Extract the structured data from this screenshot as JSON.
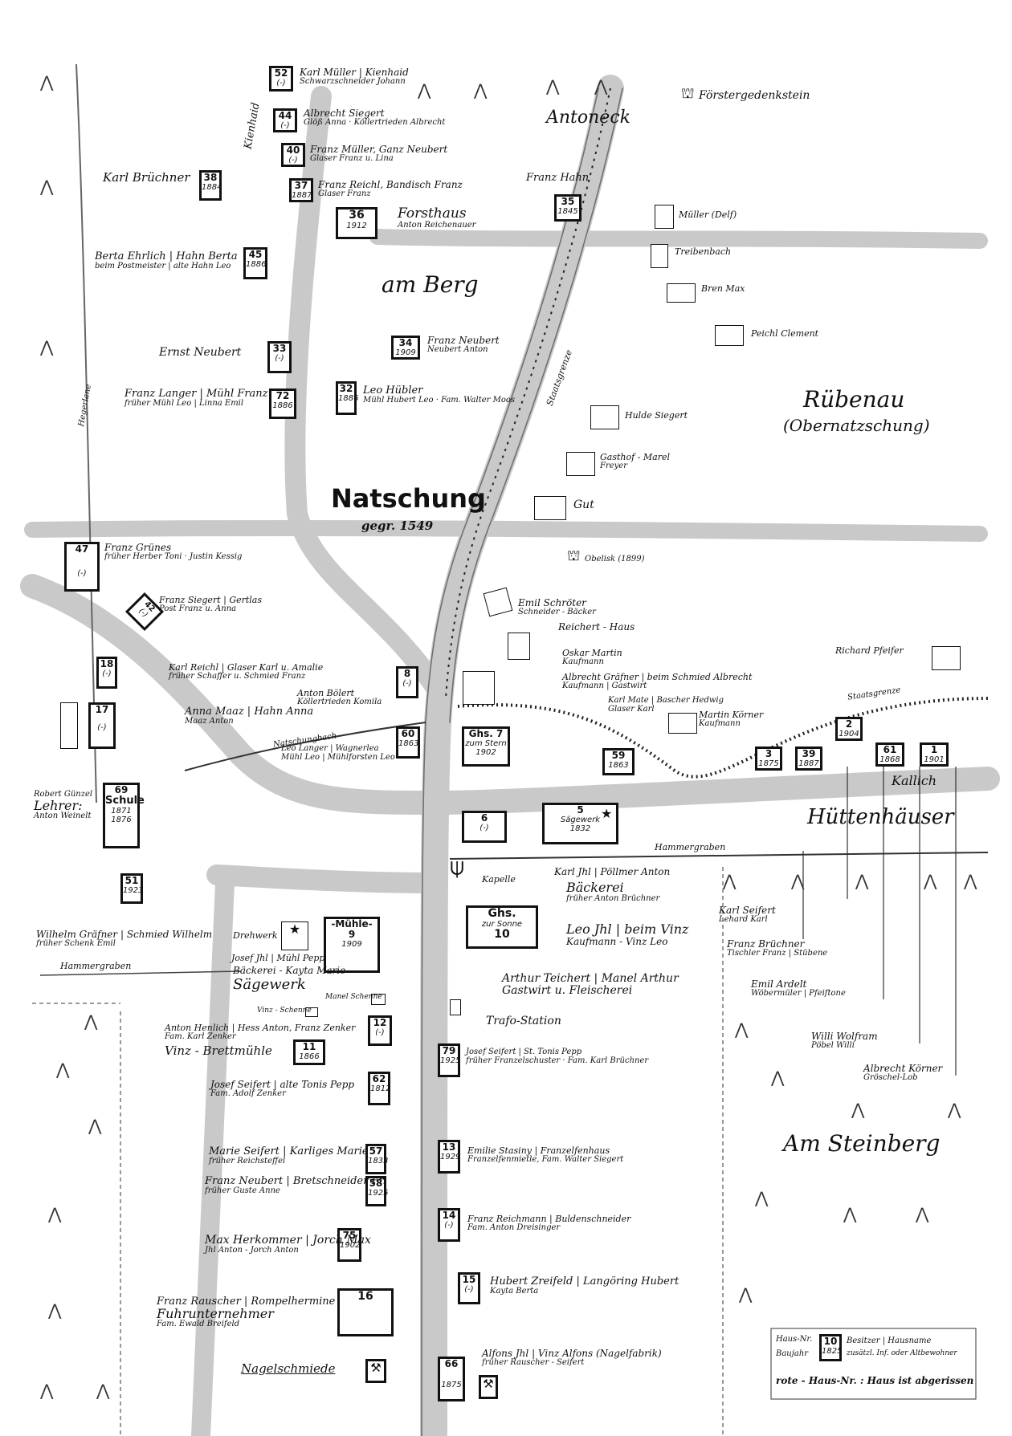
{
  "map": {
    "title": "Natschung",
    "founded": "gegr. 1549",
    "areas": {
      "antoneck": "Antoneck",
      "am_berg": "am Berg",
      "ruebenau": "Rübenau",
      "ruebenau_sub": "(Obernatzschung)",
      "huettenhaeuser": "Hüttenhäuser",
      "am_steinberg": "Am Steinberg",
      "kallich": "Kallich"
    },
    "landmarks": {
      "foerstergedenkstein": "Förstergedenkstein",
      "obelisk": "Obelisk (1899)",
      "kapelle": "Kapelle",
      "trafo": "Trafo-Station",
      "hammergraben_right": "Hammergraben",
      "hammergraben_left": "Hammergraben",
      "natschungbach": "Natschungbach",
      "staatsgrenze_top": "Staatsgrenze",
      "staatsgrenze_right": "Staatsgrenze",
      "kienhaid": "Kienhaid",
      "hegerlane": "Hegerlane"
    },
    "houses": [
      {
        "no": "52",
        "yr": "(-)"
      },
      {
        "no": "44",
        "yr": "(-)"
      },
      {
        "no": "40",
        "yr": "(-)"
      },
      {
        "no": "37",
        "yr": "1887"
      },
      {
        "no": "36",
        "yr": "1912"
      },
      {
        "no": "38",
        "yr": "1884"
      },
      {
        "no": "45",
        "yr": "1886"
      },
      {
        "no": "35",
        "yr": "1845"
      },
      {
        "no": "33",
        "yr": "(-)"
      },
      {
        "no": "72",
        "yr": "1886"
      },
      {
        "no": "34",
        "yr": "1909"
      },
      {
        "no": "32",
        "yr": "1886"
      },
      {
        "no": "47",
        "yr": "(-)"
      },
      {
        "no": "42",
        "yr": "(-)"
      },
      {
        "no": "18",
        "yr": "(-)"
      },
      {
        "no": "17",
        "yr": "(-)"
      },
      {
        "no": "8",
        "yr": "(-)"
      },
      {
        "no": "60",
        "yr": "1863"
      },
      {
        "no": "7",
        "yr": "1902"
      },
      {
        "no": "59",
        "yr": "1863"
      },
      {
        "no": "3",
        "yr": "1875"
      },
      {
        "no": "39",
        "yr": "1887"
      },
      {
        "no": "2",
        "yr": "1904"
      },
      {
        "no": "61",
        "yr": "1868"
      },
      {
        "no": "1",
        "yr": "1901"
      },
      {
        "no": "69",
        "yr": "1871 1876"
      },
      {
        "no": "6",
        "yr": "(-)"
      },
      {
        "no": "5",
        "yr": "1832"
      },
      {
        "no": "51",
        "yr": "1923"
      },
      {
        "no": "9",
        "yr": "1909"
      },
      {
        "no": "10",
        "yr": ""
      },
      {
        "no": "12",
        "yr": "(-)"
      },
      {
        "no": "11",
        "yr": "1866"
      },
      {
        "no": "79",
        "yr": "1925"
      },
      {
        "no": "62",
        "yr": "1812"
      },
      {
        "no": "57",
        "yr": "1833"
      },
      {
        "no": "58",
        "yr": "1925"
      },
      {
        "no": "13",
        "yr": "1929"
      },
      {
        "no": "14",
        "yr": "(-)"
      },
      {
        "no": "75",
        "yr": "1902"
      },
      {
        "no": "15",
        "yr": "(-)"
      },
      {
        "no": "16",
        "yr": ""
      },
      {
        "no": "66",
        "yr": "1875"
      }
    ],
    "labels": {
      "mueller52": "Karl Müller | Kienhaid",
      "mueller52_sub": "Schwarzschneider Johann",
      "siegert44": "Albrecht Siegert",
      "siegert44_sub": "Glöß Anna · Köllertrieden Albrecht",
      "mueller40": "Franz Müller, Ganz Neubert",
      "mueller40_sub": "Glaser Franz u. Lina",
      "reichl37": "Franz Reichl, Bandisch Franz",
      "reichl37_sub": "Glaser Franz",
      "forsthaus": "Forsthaus",
      "forsthaus_sub": "Anton Reichenauer",
      "bruechner38": "Karl Brüchner",
      "hahn35": "Franz Hahn",
      "ehrlich45": "Berta Ehrlich | Hahn Berta",
      "ehrlich45_sub": "beim Postmeister | alte Hahn Leo",
      "mueller_delf": "Müller (Delf)",
      "treibenbach": "Treibenbach",
      "bren_max": "Bren Max",
      "peichl_clement": "Peichl Clement",
      "neubert33": "Ernst Neubert",
      "langer72": "Franz Langer | Mühl Franz",
      "langer72_sub": "früher Mühl Leo | Linna Emil",
      "neubert34": "Franz Neubert",
      "neubert34_sub": "Neubert Anton",
      "huebler32": "Leo Hübler",
      "huebler32_sub": "Mühl Hubert Leo · Fam. Walter Moos",
      "hulde_siegert": "Hulde Siegert",
      "gasthof_marel": "Gasthof - Marel",
      "gasthof_marel_sub": "Freyer",
      "gut": "Gut",
      "gruenes47": "Franz Grünes",
      "gruenes47_sub": "früher Herber Toni · Justin Kessig",
      "siegert42": "Franz Siegert | Gertlas",
      "siegert42_sub": "Post Franz u. Anna",
      "schroeter": "Emil Schröter",
      "schroeter_sub": "Schneider - Bäcker",
      "reichert_haus": "Reichert - Haus",
      "oskar_martin": "Oskar Martin",
      "oskar_martin_sub": "Kaufmann",
      "richard_pfeifer": "Richard Pfeifer",
      "reichl_karl": "Karl Reichl | Glaser Karl u. Amalie",
      "reichl_karl_sub": "früher Schaffer u. Schmied Franz",
      "boelert8": "Anton Bölert",
      "boelert8_sub": "Köllertrieden Komila",
      "grafner7": "Albrecht Gräfner | beim Schmied Albrecht",
      "grafner7_sub": "Kaufmann | Gastwirt",
      "mate59": "Karl Mate | Bascher Hedwig",
      "mate59_sub": "Glaser Karl",
      "koerner_martin": "Martin Körner",
      "koerner_martin_sub": "Kaufmann",
      "maaz": "Anna Maaz | Hahn Anna",
      "maaz_sub": "Maaz Anton",
      "langer60": "Leo Langer | Wagnerlea",
      "langer60_sub": "Mühl Leo | Mühlforsten Leo",
      "ghs7": "Ghs.",
      "ghs7_sub": "zum Stern",
      "lehrer": "Robert Günzel",
      "lehrer_title": "Lehrer:",
      "lehrer_sub": "Anton Weinelt",
      "schule": "Schule",
      "saegewerk5": "Sägewerk",
      "jhl_karl": "Karl Jhl | Pöllmer Anton",
      "baeckerei_top": "Bäckerei",
      "baeckerei_top_sub": "früher Anton Brüchner",
      "graefner_wilhelm": "Wilhelm Gräfner | Schmied Wilhelm",
      "graefner_wilhelm_sub": "früher Schenk Emil",
      "drehwerk": "Drehwerk",
      "muehle9": "-Mühle-",
      "ghs10": "Ghs.",
      "ghs10_sub": "zur Sonne",
      "jhl_leo": "Leo Jhl | beim Vinz",
      "jhl_leo_sub": "Kaufmann - Vinz Leo",
      "seifert_karl": "Karl Seifert",
      "seifert_karl_sub": "Lehard Karl",
      "jhl_josef": "Josef Jhl | Mühl Pepp",
      "baeckerei_bottom": "Bäckerei - Kayta Marie",
      "saegewerk_big": "Sägewerk",
      "teichert": "Arthur Teichert | Manel Arthur",
      "teichert_sub": "Gastwirt u. Fleischerei",
      "bruechner_franz": "Franz Brüchner",
      "bruechner_franz_sub": "Tischler Franz | Stübene",
      "manel_schenne": "Manel Schenne",
      "vinz_schenne": "Vinz - Schenne",
      "ardelt": "Emil Ardelt",
      "ardelt_sub": "Wöbermüler | Pfeiftone",
      "henlich": "Anton Henlich | Hess Anton, Franz Zenker",
      "henlich_sub": "Fam. Karl Zenker",
      "vinz_brettmuehle": "Vinz - Brettmühle",
      "seifert_josef79": "Josef Seifert | St. Tonis Pepp",
      "seifert_josef79_sub": "früher Franzelschuster · Fam. Karl Brüchner",
      "wolfram": "Willi Wolfram",
      "wolfram_sub": "Pöbel Willi",
      "seifert_josef62": "Josef Seifert | alte Tonis Pepp",
      "seifert_josef62_sub": "Fam. Adolf Zenker",
      "koerner_albrecht": "Albrecht Körner",
      "koerner_albrecht_sub": "Gröschel-Lob",
      "seifert_marie": "Marie Seifert | Karliges Marie",
      "seifert_marie_sub": "früher Reichsteffel",
      "neubert58": "Franz Neubert | Bretschneider Fr.",
      "neubert58_sub": "früher Guste Anne",
      "stasiny": "Emilie Stasiny | Franzelfenhaus",
      "stasiny_sub": "Franzelfenmietle, Fam. Walter Siegert",
      "reichmann": "Franz Reichmann | Buldenschneider",
      "reichmann_sub": "Fam. Anton Dreisinger",
      "herkommer": "Max Herkommer | Jorch Max",
      "herkommer_sub": "Jhl Anton - Jorch Anton",
      "zreifeld": "Hubert Zreifeld | Langöring Hubert",
      "zreifeld_sub": "Kayta Berta",
      "rauscher": "Franz Rauscher | Rompelhermine",
      "rauscher_sub": "Fuhrunternehmer",
      "rauscher_sub2": "Fam. Ewald Breifeld",
      "nagelschmiede": "Nagelschmiede",
      "jhl_alfons": "Alfons Jhl | Vinz Alfons (Nagelfabrik)",
      "jhl_alfons_sub": "früher Rauscher - Seifert"
    },
    "legend": {
      "haus_nr": "Haus-Nr.",
      "baujahr": "Baujahr",
      "sample_no": "10",
      "sample_yr": "1825",
      "besitzer": "Besitzer | Hausname",
      "zusaetzlich": "zusätzl. Inf. oder Altbewohner",
      "rote": "rote - Haus-Nr. : Haus ist abgerissen"
    }
  }
}
